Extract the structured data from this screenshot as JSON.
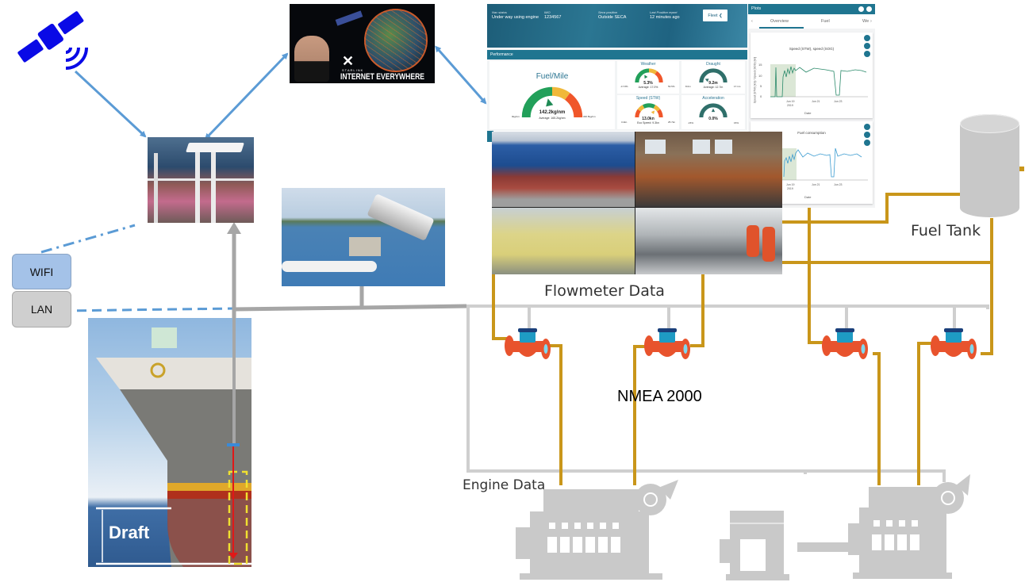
{
  "diagram": {
    "labels": {
      "wifi": "WIFI",
      "lan": "LAN",
      "flowmeter_data": "Flowmeter Data",
      "nmea": "NMEA 2000",
      "engine_data": "Engine Data",
      "fuel_tank": "Fuel Tank",
      "draft": "Draft"
    },
    "starlink": {
      "brand": "STARLINK",
      "tagline": "INTERNET EVERYWHERE"
    },
    "colors": {
      "satellite_blue": "#0a0ae6",
      "arrow_blue": "#5b9bd5",
      "cable_gray": "#a6a6a6",
      "fuel_pipe": "#c9961a",
      "flowmeter_body": "#e8532d",
      "flowmeter_head": "#1e9bc4",
      "wifi_box": "#a4c2e8",
      "lan_box": "#cccccc",
      "dashboard_teal": "#1f7590"
    }
  },
  "dashboard": {
    "header": {
      "fields": [
        {
          "key": "Nav status",
          "value": "Under way using engine"
        },
        {
          "key": "IMO",
          "value": "1234567"
        },
        {
          "key": "Seca position",
          "value": "Outside SECA"
        },
        {
          "key": "Last Position report",
          "value": "12 minutes ago"
        }
      ],
      "fleet_button": "Fleet ❮"
    },
    "performance_title": "Performance",
    "gauges": {
      "fuel_mile": {
        "title": "Fuel/Mile",
        "value": "142.2kg/nm",
        "average": "Average: 165.2kg/nm",
        "min": "0kg/nm",
        "max": "330.5kg/nm",
        "fraction": 0.43
      },
      "weather": {
        "title": "Weather",
        "value": "5.3%",
        "average": "Average: 17.0%",
        "min": "-17.8%",
        "max": "53.5%",
        "fraction": 0.33
      },
      "draught": {
        "title": "Draught",
        "value": "9.2m",
        "average": "Average: 12.7m",
        "min": "8.0m",
        "max": "17.1m",
        "fraction": 0.13
      },
      "speed": {
        "title": "Speed (STW)",
        "value": "13.0kn",
        "average": "Eco Speed: 9.3kn",
        "min": "3.4kn",
        "max": "25.7kn",
        "fraction": 0.72
      },
      "acceleration": {
        "title": "Acceleration",
        "value": "0.0%",
        "average": "",
        "min": "-15%",
        "max": "15%",
        "fraction": 0.5
      }
    }
  },
  "plots": {
    "title": "Plots",
    "tabs": [
      "Overview",
      "Fuel",
      "We"
    ],
    "active_tab": "Overview",
    "charts": [
      {
        "title": "Speed (STW), speed (SOG)",
        "ylabel": "Speed (STW) [kn] / Speed (SOG) [kn]",
        "xlabel": "Date",
        "yticks": [
          "0",
          "5",
          "10",
          "15"
        ],
        "xticks": [
          "Jun 19\n2019",
          "Jun 21",
          "Jun 23"
        ]
      },
      {
        "title": "Fuel consumption",
        "xlabel": "Date",
        "xticks": [
          "Jun 19\n2019",
          "Jun 21",
          "Jun 23"
        ]
      }
    ]
  }
}
